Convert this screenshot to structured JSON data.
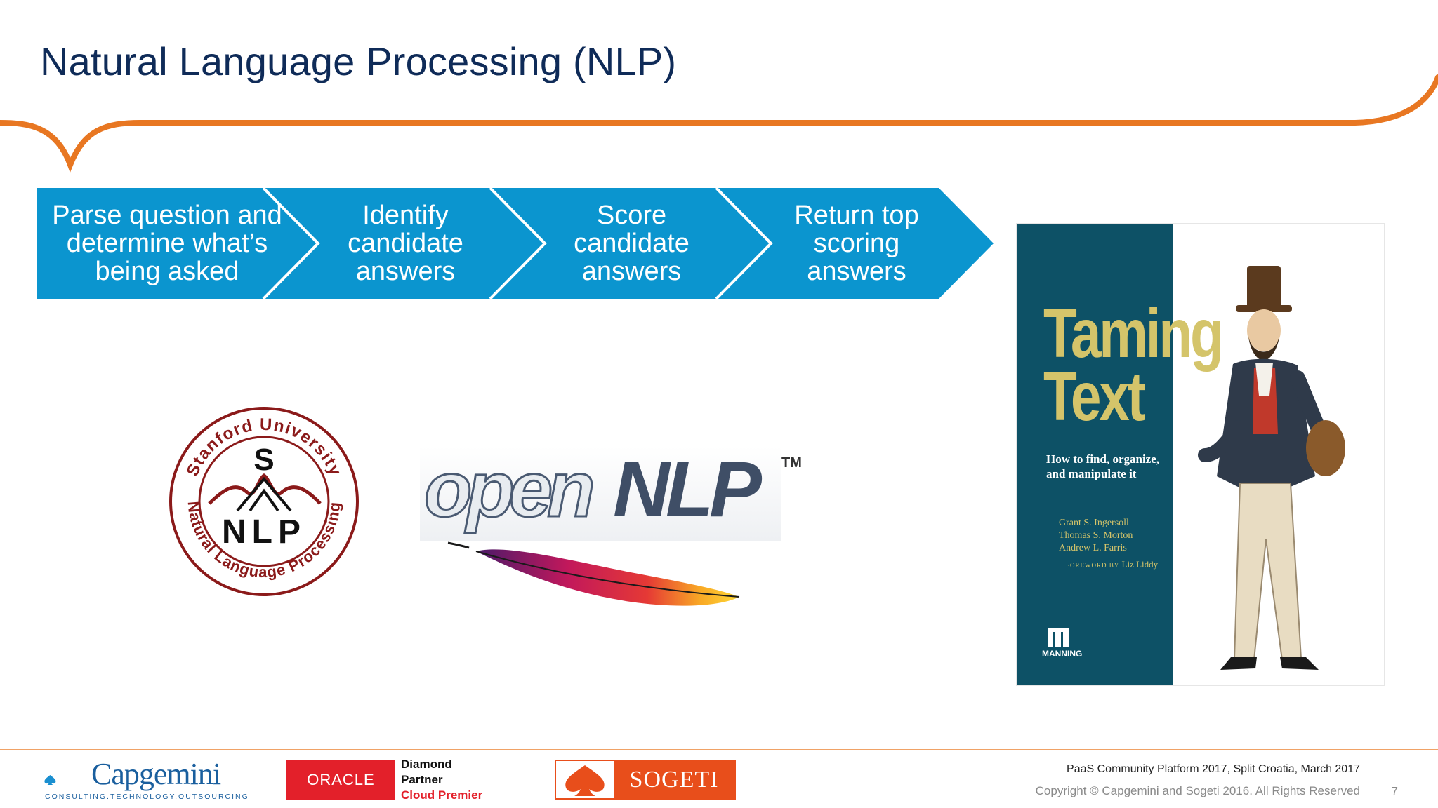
{
  "slide": {
    "title": "Natural Language Processing (NLP)",
    "accent_color": "#e87722",
    "chevron_color": "#0b95cf"
  },
  "process_steps": [
    {
      "lines": [
        "Parse question and",
        "determine what’s",
        "being asked"
      ]
    },
    {
      "lines": [
        "Identify",
        "candidate",
        "answers"
      ]
    },
    {
      "lines": [
        "Score",
        "candidate",
        "answers"
      ]
    },
    {
      "lines": [
        "Return top",
        "scoring",
        "answers"
      ]
    }
  ],
  "stanford_logo": {
    "arc_top": "Stanford University",
    "arc_bottom": "Natural Language Processing",
    "letter": "S",
    "initials": "NLP",
    "color": "#8b1a1a"
  },
  "opennlp_logo": {
    "text_open": "open",
    "text_nlp": "NLP",
    "trademark": "TM"
  },
  "book": {
    "title_line1": "Taming",
    "title_line2": "Text",
    "subtitle": "How to find, organize, and manipulate it",
    "authors": [
      "Grant S. Ingersoll",
      "Thomas S. Morton",
      "Andrew L. Farris"
    ],
    "foreword_label": "FOREWORD BY",
    "foreword_name": "Liz Liddy",
    "publisher": "MANNING"
  },
  "footer": {
    "capgemini_name": "Capgemini",
    "capgemini_tagline": "CONSULTING.TECHNOLOGY.OUTSOURCING",
    "oracle_name": "ORACLE",
    "partner_line1": "Diamond",
    "partner_line2": "Partner",
    "partner_line3": "Cloud Premier",
    "sogeti_name": "SOGETI",
    "event_text": "PaaS Community Platform 2017, Split Croatia, March 2017",
    "copyright_text": "Copyright © Capgemini and Sogeti 2016. All Rights Reserved",
    "page_number": "7"
  }
}
